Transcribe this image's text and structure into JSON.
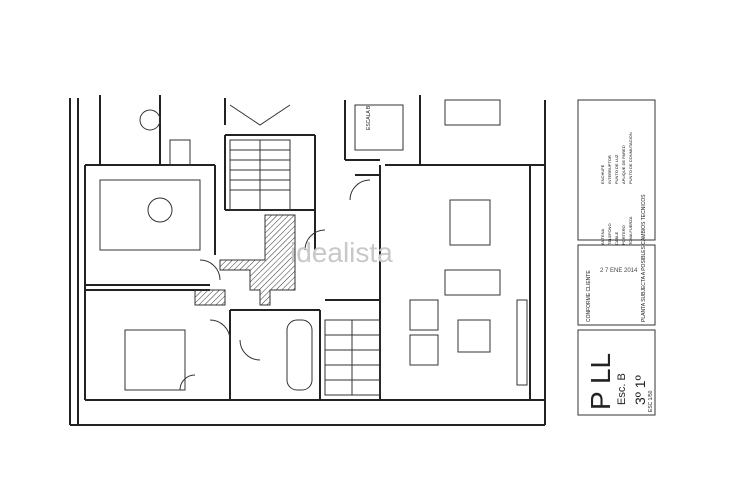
{
  "plan": {
    "stair_label": "ESCALA B",
    "watermark": "idealista",
    "stamp_date": "2 7 ENE 2014",
    "title_block": {
      "code": "P LL",
      "stair": "Esc. B",
      "floor": "3º 1º",
      "scale": "ESC 1/50"
    },
    "client_block": {
      "title": "CONFORME CLIENTE",
      "subtitle": "PLANTA SUBJECTA A POSIBLES CAMBIOS TECNICOS"
    },
    "legend": [
      "ANTENA",
      "TELEFONO",
      "CABLE",
      "PORTERO",
      "TOMA FUERZA",
      "ENCHUFE",
      "INTERRUPTOR",
      "PUNTO DE LUZ",
      "APLIQUE DE PARED",
      "PUNTO DE CONMUTACION"
    ]
  }
}
